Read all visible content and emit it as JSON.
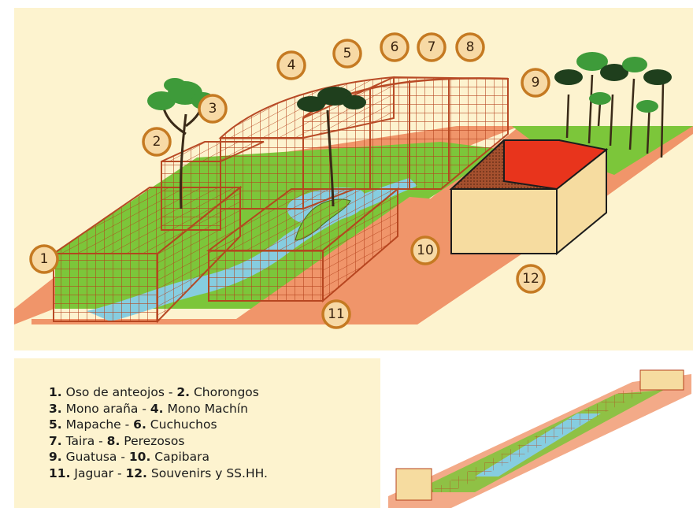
{
  "markers": [
    "1",
    "2",
    "3",
    "4",
    "5",
    "6",
    "7",
    "8",
    "9",
    "10",
    "11",
    "12"
  ],
  "legend": {
    "rows": [
      [
        {
          "num": "1.",
          "name": "Oso de anteojos"
        },
        {
          "num": "2.",
          "name": "Chorongos"
        }
      ],
      [
        {
          "num": "3.",
          "name": "Mono araña"
        },
        {
          "num": "4.",
          "name": "Mono Machín"
        }
      ],
      [
        {
          "num": "5.",
          "name": "Mapache"
        },
        {
          "num": "6.",
          "name": "Cuchuchos"
        }
      ],
      [
        {
          "num": "7.",
          "name": "Taira"
        },
        {
          "num": "8.",
          "name": "Perezosos"
        }
      ],
      [
        {
          "num": "9.",
          "name": "Guatusa"
        },
        {
          "num": "10.",
          "name": "Capibara"
        }
      ],
      [
        {
          "num": "11.",
          "name": " Jaguar"
        },
        {
          "num": "12.",
          "name": "Souvenirs y SS.HH."
        }
      ]
    ],
    "separator": " - "
  },
  "colors": {
    "background": "#fdf3cf",
    "path": "#f0956a",
    "grass": "#7cc63a",
    "water": "#86cde0",
    "cage": "#b5421d",
    "roof": "#e8341c",
    "wall": "#f6dca0",
    "marker_fill": "#f7d9a5",
    "marker_ring": "#c57a22"
  }
}
